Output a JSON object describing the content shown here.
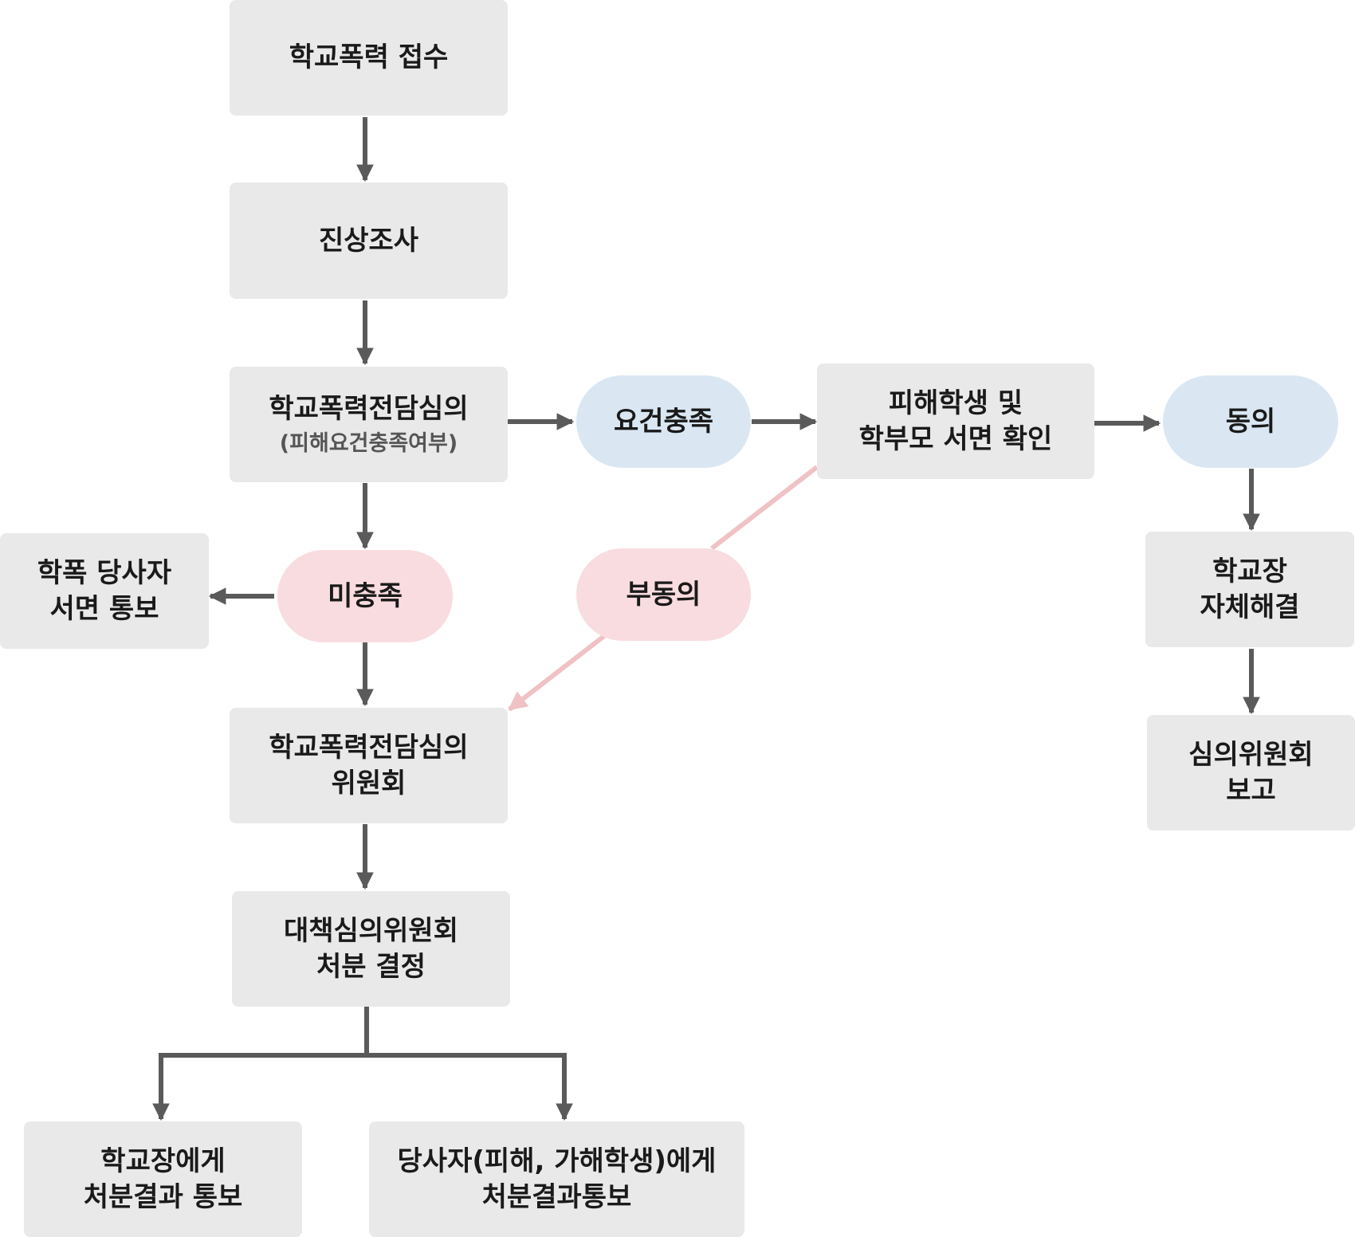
{
  "nodes": {
    "receipt": {
      "lines": [
        "학교폭력 접수"
      ]
    },
    "investigation": {
      "lines": [
        "진상조사"
      ]
    },
    "deliberation": {
      "lines": [
        "학교폭력전담심의"
      ],
      "sub": "(피해요건충족여부)"
    },
    "requirements_met": {
      "lines": [
        "요건충족"
      ]
    },
    "written_confirmation": {
      "lines": [
        "피해학생 및",
        "학부모 서면 확인"
      ]
    },
    "agree": {
      "lines": [
        "동의"
      ]
    },
    "principal_resolution": {
      "lines": [
        "학교장",
        "자체해결"
      ]
    },
    "committee_report": {
      "lines": [
        "심의위원회",
        "보고"
      ]
    },
    "not_met": {
      "lines": [
        "미충족"
      ]
    },
    "notify_parties": {
      "lines": [
        "학폭 당사자",
        "서면 통보"
      ]
    },
    "disagree": {
      "lines": [
        "부동의"
      ]
    },
    "committee": {
      "lines": [
        "학교폭력전담심의",
        "위원회"
      ]
    },
    "decision": {
      "lines": [
        "대책심의위원회",
        "처분 결정"
      ]
    },
    "notify_principal": {
      "lines": [
        "학교장에게",
        "처분결과 통보"
      ]
    },
    "notify_students": {
      "lines": [
        "당사자(피해, 가해학생)에게",
        "처분결과통보"
      ]
    }
  },
  "colors": {
    "box_fill": "#e9e9e9",
    "pill_blue": "#dae7f3",
    "pill_pink": "#f9dcdf",
    "arrow": "#5a5a5a",
    "arrow_pink": "#f0c2c5"
  }
}
